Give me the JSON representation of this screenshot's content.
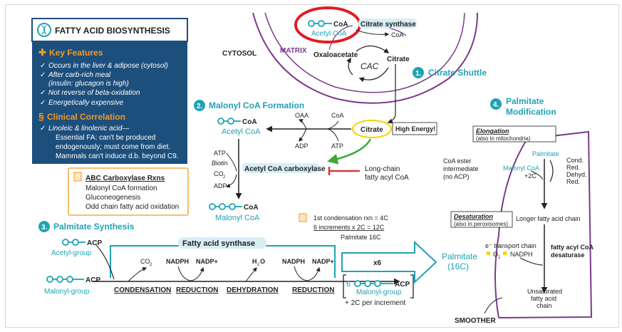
{
  "key_box": {
    "title": "FATTY ACID BIOSYNTHESIS",
    "key_features_heading": "Key Features",
    "features": [
      "Occurs in the liver & adipose (cytosol)",
      "After carb-rich meal",
      "(insulin: glucagon is high)",
      "Not reverse of beta-oxidation",
      "Energetically expensive"
    ],
    "clinical_heading": "Clinical Correlation",
    "clinical_lines": [
      "Linoleic & linolenic acid—",
      "Essential FA: can't be produced",
      "endogenously; must come from diet.",
      "Mammals can't induce d.b. beyond C9."
    ]
  },
  "abc_box": {
    "title": "ABC Carboxylase Rxns",
    "items": [
      "Malonyl CoA formation",
      "Gluconeogenesis",
      "Odd chain fatty acid oxidation"
    ]
  },
  "mito": {
    "cytosol": "CYTOSOL",
    "matrix": "MATRIX",
    "coa_top": "CoA",
    "acetyl_coa": "Acetyl CoA",
    "citrate_synthase": "Citrate synthase",
    "coa_out": "CoA",
    "oxaloacetate": "Oxaloacetate",
    "citrate": "Citrate",
    "cac": "CAC"
  },
  "sections": {
    "s1_num": "1.",
    "s1_title": "Citrate Shuttle",
    "s2_num": "2.",
    "s2_title": "Malonyl CoA Formation",
    "s3_num": "3.",
    "s3_title": "Palmitate Synthesis",
    "s4_num": "4.",
    "s4_title_1": "Palmitate",
    "s4_title_2": "Modification"
  },
  "malonyl": {
    "coa_label": "CoA",
    "acetyl_coa": "Acetyl CoA",
    "oaa": "OAA",
    "coa": "CoA",
    "adp": "ADP",
    "atp": "ATP",
    "citrate": "Citrate",
    "high_energy": "High Energy!",
    "atp_left": "ATP",
    "biotin": "Biotin",
    "co2": "CO",
    "co2_sub": "2",
    "adp_left": "ADP",
    "enzyme": "Acetyl CoA carboxylase",
    "inhibitor_1": "Long-chain",
    "inhibitor_2": "fatty acyl CoA",
    "product_coa": "CoA",
    "product": "Malonyl CoA"
  },
  "synthesis": {
    "acp_1": "ACP",
    "acetyl_group": "Acetyl-group",
    "acp_2": "ACP",
    "malonyl_group": "Malonyl-group",
    "enzyme": "Fatty acid synthase",
    "co2": "CO",
    "co2_sub": "2",
    "nadph_1": "NADPH",
    "nadp_1": "NADP+",
    "h2o": "H",
    "h2o_sub": "2",
    "h2o_o": "O",
    "nadph_2": "NADPH",
    "nadp_2": "NADP+",
    "step_1": "CONDENSATION",
    "step_2": "REDUCTION",
    "step_3": "DEHYDRATION",
    "step_4": "REDUCTION",
    "note_1": "1st condensation rxn = 4C",
    "note_2": "6 increments x 2C = 12C",
    "note_3": "Palmitate 16C",
    "times": "x6",
    "product_1": "Palmitate",
    "product_2": "(16C)",
    "loop_6": "6",
    "loop_acp": "ACP",
    "loop_malonyl": "Malonyl-group",
    "loop_note": "+ 2C per increment"
  },
  "modification": {
    "elong_1": "Elongation",
    "elong_2": "(also in mitochondria)",
    "palmitate": "Palmitate",
    "malonyl_coa": "Malonyl CoA",
    "plus2c": "+2C",
    "cond": "Cond.",
    "red1": "Red.",
    "dehyd": "Dehyd.",
    "red2": "Red.",
    "ester_1": "CoA ester",
    "ester_2": "intermediate",
    "ester_3": "(no ACP)",
    "longer": "Longer fatty acid chain",
    "desat_1": "Desaturation",
    "desat_2": "(also in peroxisomes)",
    "etc_1": "e⁻ transport chain",
    "etc_o2": "O",
    "etc_o2_sub": "2",
    "etc_nadph": "NADPH",
    "desaturase_1": "fatty acyl CoA",
    "desaturase_2": "desaturase",
    "unsat_1": "Unsaturated",
    "unsat_2": "fatty acid",
    "unsat_3": "chain",
    "smoother": "SMOOTHER"
  },
  "colors": {
    "teal": "#1fa3b5",
    "navy": "#1d4f7c",
    "purple": "#7b3a8c",
    "orange": "#f39a1e",
    "highlight_red": "#e01c24",
    "inhibitor_red": "#d9363e",
    "green_arrow": "#3aa935",
    "yellow": "#f5d400"
  }
}
